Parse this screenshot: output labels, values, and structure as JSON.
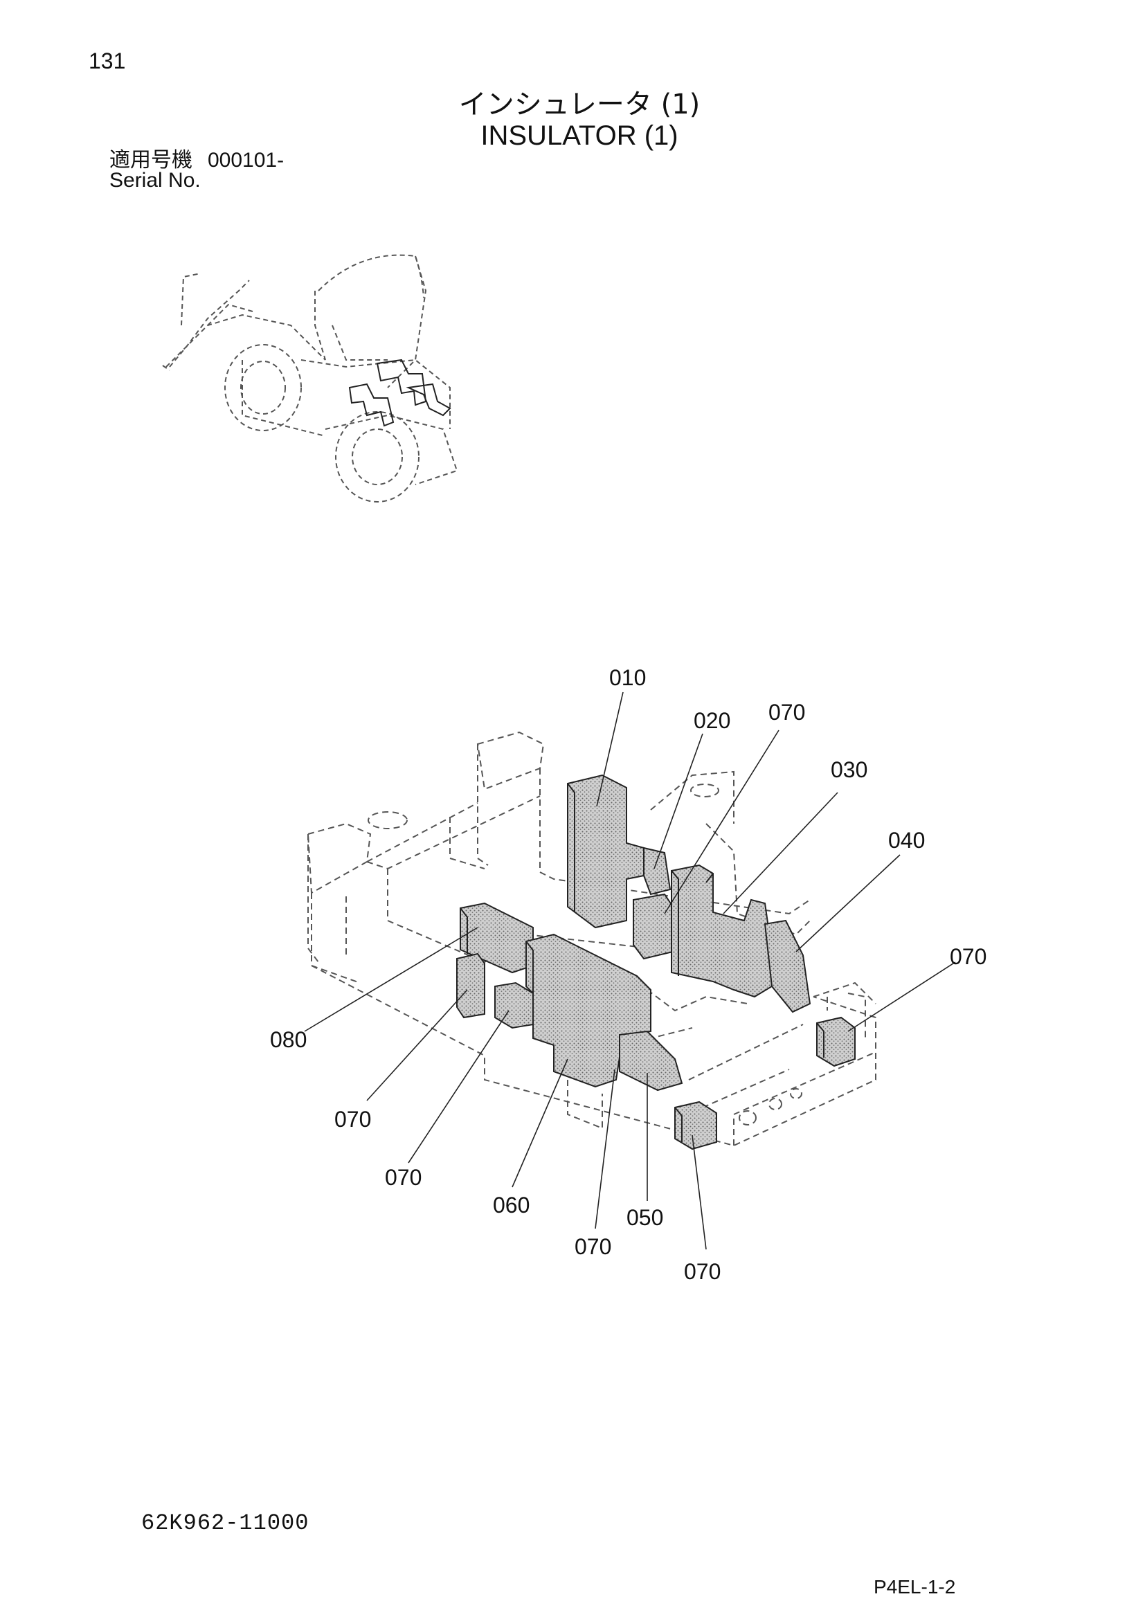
{
  "header": {
    "page_number": "131",
    "title_jp": "インシュレータ (1)",
    "title_en": "INSULATOR (1)",
    "serial_label_jp": "適用号機",
    "serial_value": "000101-",
    "serial_label_en": "Serial No."
  },
  "footer": {
    "drawing_number": "62K962-11000",
    "page_code": "P4EL-1-2"
  },
  "callouts": [
    {
      "id": "c1",
      "label": "010"
    },
    {
      "id": "c2",
      "label": "020"
    },
    {
      "id": "c3",
      "label": "070"
    },
    {
      "id": "c4",
      "label": "030"
    },
    {
      "id": "c5",
      "label": "040"
    },
    {
      "id": "c6",
      "label": "070"
    },
    {
      "id": "c7",
      "label": "080"
    },
    {
      "id": "c8",
      "label": "070"
    },
    {
      "id": "c9",
      "label": "070"
    },
    {
      "id": "c10",
      "label": "060"
    },
    {
      "id": "c11",
      "label": "070"
    },
    {
      "id": "c12",
      "label": "050"
    },
    {
      "id": "c13",
      "label": "070"
    }
  ],
  "colors": {
    "line": "#222222",
    "dashed": "#555555",
    "insulator_fill": "#b9b9b9"
  }
}
